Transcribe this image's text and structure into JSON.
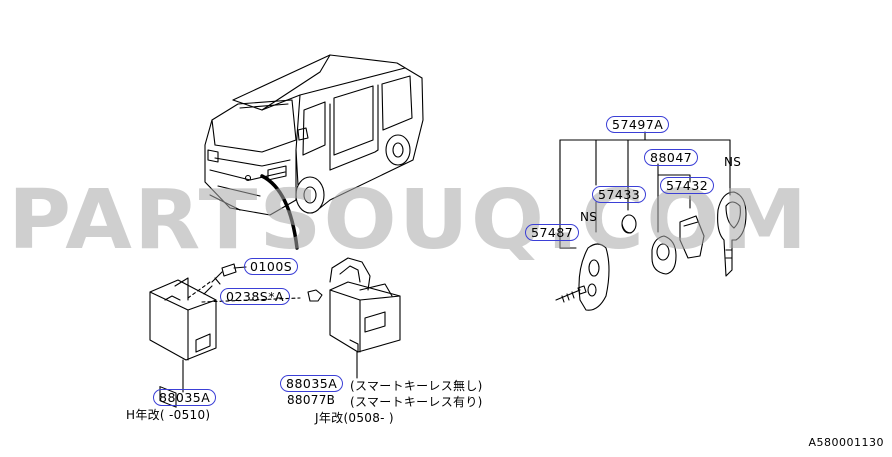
{
  "watermark": "PARTSOUQ.COM",
  "parts": {
    "p57497A": "57497A",
    "p88047": "88047",
    "p57433": "57433",
    "p57432": "57432",
    "p57487": "57487",
    "p0100S": "0100S",
    "p0238S": "0238S*A",
    "p88035A_left": "88035A",
    "p88035A_right": "88035A"
  },
  "labels": {
    "ns1": "NS",
    "ns2": "NS",
    "left_note": "H年改(      -0510)",
    "right_note1": "(スマートキーレス無し)",
    "right_part2": "88077B",
    "right_note2": "(スマートキーレス有り)",
    "right_note3": "J年改(0508-      )"
  },
  "reference": "A580001130"
}
